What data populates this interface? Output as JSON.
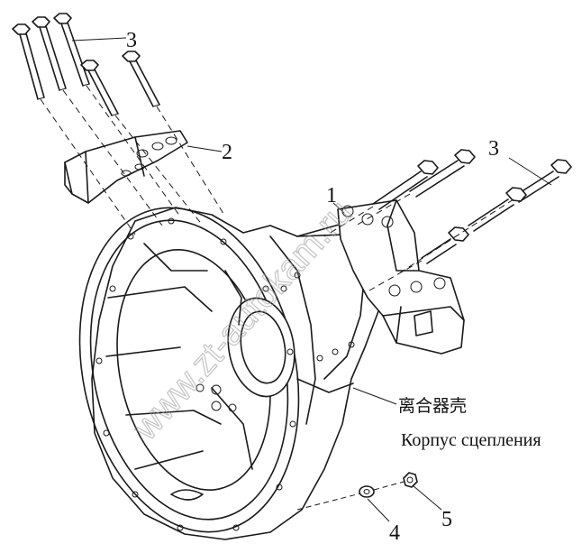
{
  "callouts": {
    "c1": "1",
    "c2": "2",
    "c3a": "3",
    "c3b": "3",
    "c4": "4",
    "c5": "5"
  },
  "labels": {
    "chinese": "离合器壳",
    "russian": "Корпус сцепления"
  },
  "watermark": "www.zt-autokam.ru",
  "colors": {
    "line": "#1a1a1a",
    "background": "#ffffff",
    "watermark": "#9a9a9a"
  }
}
